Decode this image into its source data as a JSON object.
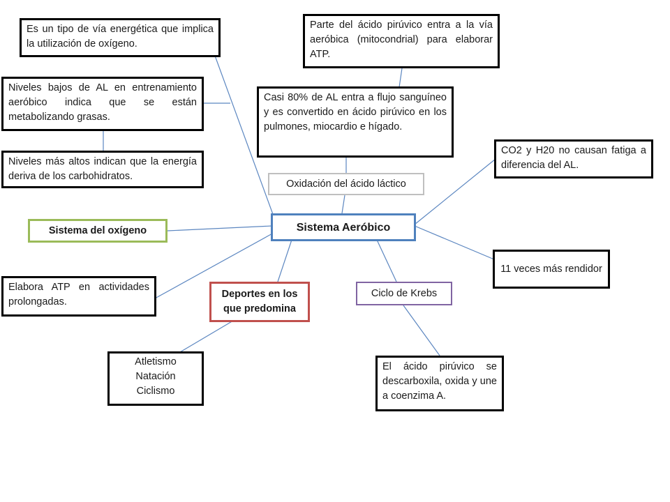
{
  "center": {
    "label": "Sistema Aeróbico"
  },
  "nodes": {
    "oxygen_pathway": "Es un tipo de vía energética que implica la utilización de oxígeno.",
    "low_lactate": "Niveles bajos de AL en entrenamiento aeróbico indica que se están metabolizando grasas.",
    "high_lactate": "Niveles más altos indican que la energía deriva de los carbohidratos.",
    "oxygen_system": "Sistema del oxígeno",
    "prolonged_atp": "Elabora ATP en actividades prolongadas.",
    "sports_heading": "Deportes en los que predomina",
    "sports_list": [
      "Atletismo",
      "Natación",
      "Ciclismo"
    ],
    "pyruvic_aerobic": "Parte del ácido pirúvico entra a la vía aeróbica (mitocondrial) para elaborar ATP.",
    "lactate_80": "Casi 80% de AL entra a flujo sanguíneo y es convertido en ácido pirúvico en los pulmones, miocardio e hígado.",
    "lactic_oxidation": "Oxidación del ácido láctico",
    "co2_h2o": "CO2 y H20 no causan fatiga a diferencia del AL.",
    "efficiency": "11 veces más rendidor",
    "krebs": "Ciclo de Krebs",
    "decarboxylation": "El ácido pirúvico se descarboxila, oxida y une a coenzima A."
  },
  "colors": {
    "center_border": "#4f81bd",
    "oxygen_system_border": "#9bbb59",
    "sports_border": "#c0504d",
    "krebs_border": "#8064a2",
    "default_border": "#000000",
    "connector": "#5b86c0"
  }
}
